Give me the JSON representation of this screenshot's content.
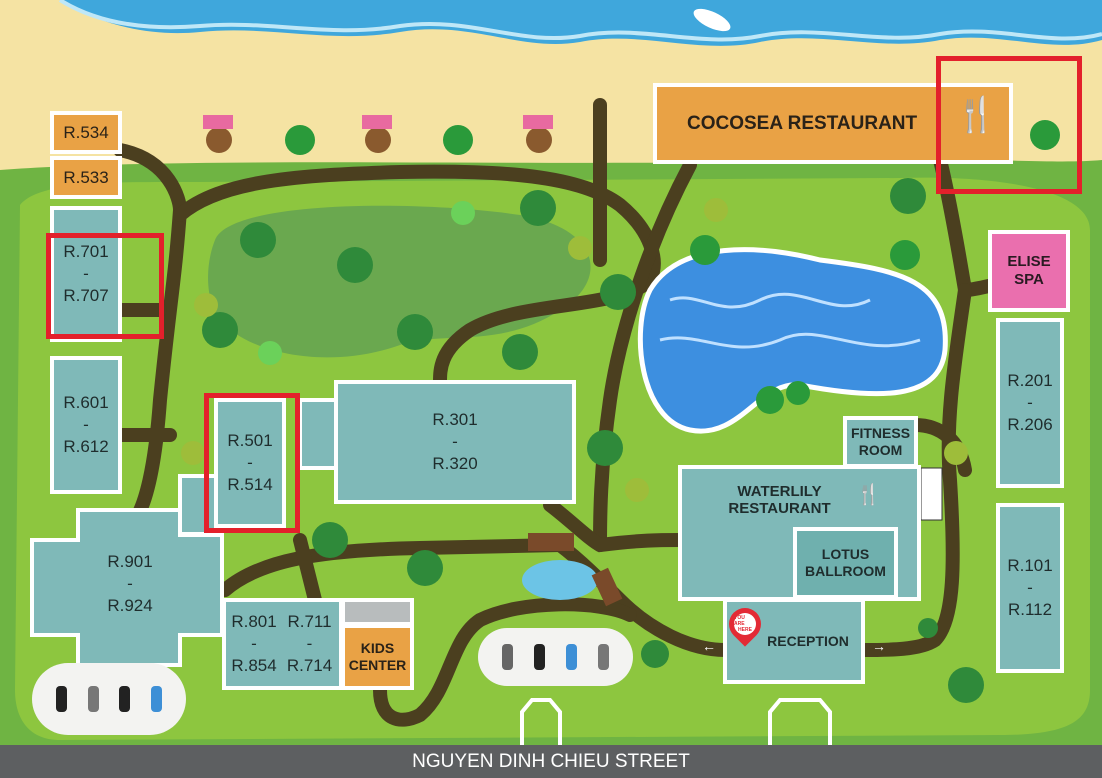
{
  "street": "NGUYEN DINH CHIEU STREET",
  "buildings": {
    "r534": "R.534",
    "r533": "R.533",
    "r701": [
      "R.701",
      "-",
      "R.707"
    ],
    "r601": [
      "R.601",
      "-",
      "R.612"
    ],
    "r501": [
      "R.501",
      "-",
      "R.514"
    ],
    "r301": [
      "R.301",
      "-",
      "R.320"
    ],
    "r901": [
      "R.901",
      "-",
      "R.924"
    ],
    "r801": [
      "R.801",
      "-",
      "R.854"
    ],
    "r711": [
      "R.711",
      "-",
      "R.714"
    ],
    "r201": [
      "R.201",
      "-",
      "R.206"
    ],
    "r101": [
      "R.101",
      "-",
      "R.112"
    ],
    "kids": [
      "KIDS",
      "CENTER"
    ],
    "spa": [
      "ELISE",
      "SPA"
    ],
    "cocosea": "COCOSEA RESTAURANT",
    "fitness": [
      "FITNESS",
      "ROOM"
    ],
    "waterlily": [
      "WATERLILY",
      "RESTAURANT"
    ],
    "lotus": [
      "LOTUS",
      "BALLROOM"
    ],
    "reception": "RECEPTION"
  },
  "you_are_here": [
    "YOU ARE",
    "HERE"
  ],
  "colors": {
    "highlight": "#e3202b",
    "path": "#4b3f1f",
    "pool": "#3d8fe0",
    "building": "#7fb9b8"
  }
}
